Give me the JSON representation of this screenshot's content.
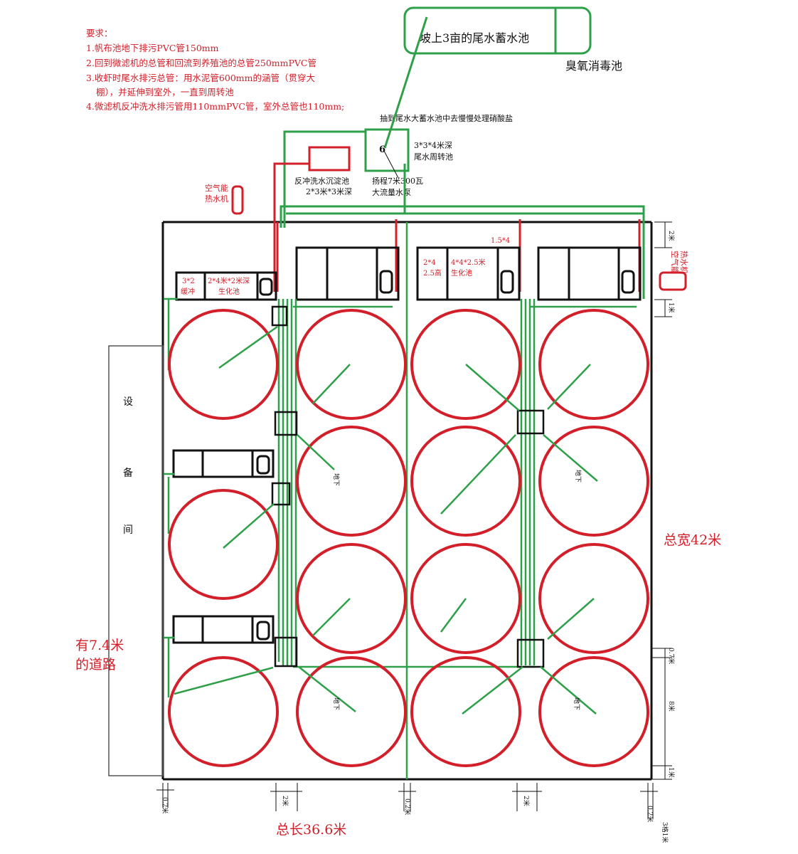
{
  "requirements": {
    "title": "要求：",
    "items": [
      "1.帆布池地下排污PVC管150mm",
      "2.回到微滤机的总管和回流到养殖池的总管250mmPVC管",
      "3.收虾时尾水排污总管：用水泥管600mm的涵管（贯穿大",
      "棚），并延伸到室外，一直到周转池",
      "4.微滤机反冲洗水排污管用110mmPVC管，室外总管也110mm;"
    ]
  },
  "storage_pond": "坡上3亩的尾水蓄水池",
  "ozone_pond": "臭氧消毒池",
  "pump_note": "抽到尾水大蓄水池中去慢慢处理硝酸盐",
  "pump_symbol": "6",
  "turnover_pond": {
    "line1": "3*3*4米深",
    "line2": "尾水周转池"
  },
  "pump_spec": {
    "line1": "扬程7米300瓦",
    "line2": "大流量水泵"
  },
  "sediment_pond": {
    "line1": "反冲洗水沉淀池",
    "line2": "2*3米*3米深"
  },
  "heat_pump_left": {
    "line1": "空气能",
    "line2": "热水机"
  },
  "heat_pump_right": {
    "line1": "空气能",
    "line2": "热水机"
  },
  "biochem_unit": {
    "buffer_line1": "3*2",
    "buffer_line2": "缓冲",
    "bio_line1": "2*4米*2米深",
    "bio_line2": "生化池"
  },
  "unit3": {
    "top_dim": "1.5*4",
    "left_line1": "2*4",
    "left_line2": "2.5高",
    "bio_line1": "4*4*2.5米",
    "bio_line2": "生化池"
  },
  "equipment_room": [
    "设",
    "备",
    "间"
  ],
  "underground_label": "地下",
  "total_width": "总宽42米",
  "road": {
    "line1": "有7.4米",
    "line2": "的道路"
  },
  "total_length": "总长36.6米",
  "dims": {
    "top_2m": "2米",
    "side_1m": "1米",
    "gap_07": "0.7米",
    "pond_8m": "8米",
    "bottom_1m": "1米",
    "left_02": "0.2米",
    "pass_2m_a": "2米",
    "mid_02": "0.2米",
    "pass_2m_b": "2米",
    "right_02": "0.2米",
    "corner": "3格1米"
  },
  "colors": {
    "red": "#d21f2a",
    "green": "#2fa04a",
    "black": "#111111"
  }
}
